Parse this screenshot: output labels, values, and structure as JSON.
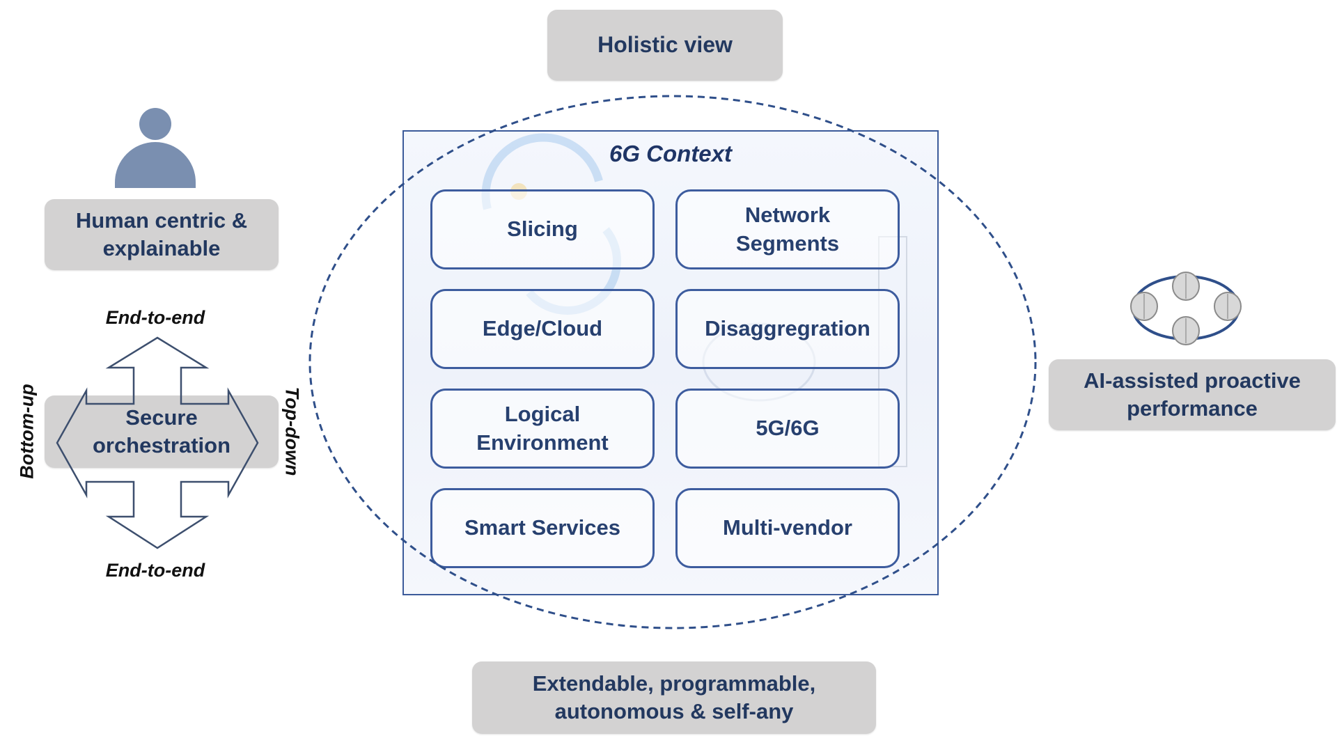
{
  "top_box": {
    "label": "Holistic view"
  },
  "context": {
    "title": "6G Context",
    "cells": [
      "Slicing",
      "Network Segments",
      "Edge/Cloud",
      "Disaggregration",
      "Logical Environment",
      "5G/6G",
      "Smart Services",
      "Multi-vendor"
    ]
  },
  "left": {
    "human_box": "Human centric & explainable",
    "orchestration_box": "Secure orchestration",
    "end_to_end_top": "End-to-end",
    "end_to_end_bottom": "End-to-end",
    "bottom_up": "Bottom-up",
    "top_down": "Top-down"
  },
  "right": {
    "ai_box": "AI-assisted proactive performance"
  },
  "bottom_box": {
    "label": "Extendable, programmable, autonomous & self-any"
  },
  "colors": {
    "box_gray": "#d3d2d2",
    "text_navy": "#22385f",
    "frame_blue": "#3b5a9a",
    "person_blue": "#7a8fb0"
  },
  "icons": [
    "person-icon",
    "four-way-arrow-icon",
    "brain-network-icon",
    "dashed-ellipse"
  ]
}
